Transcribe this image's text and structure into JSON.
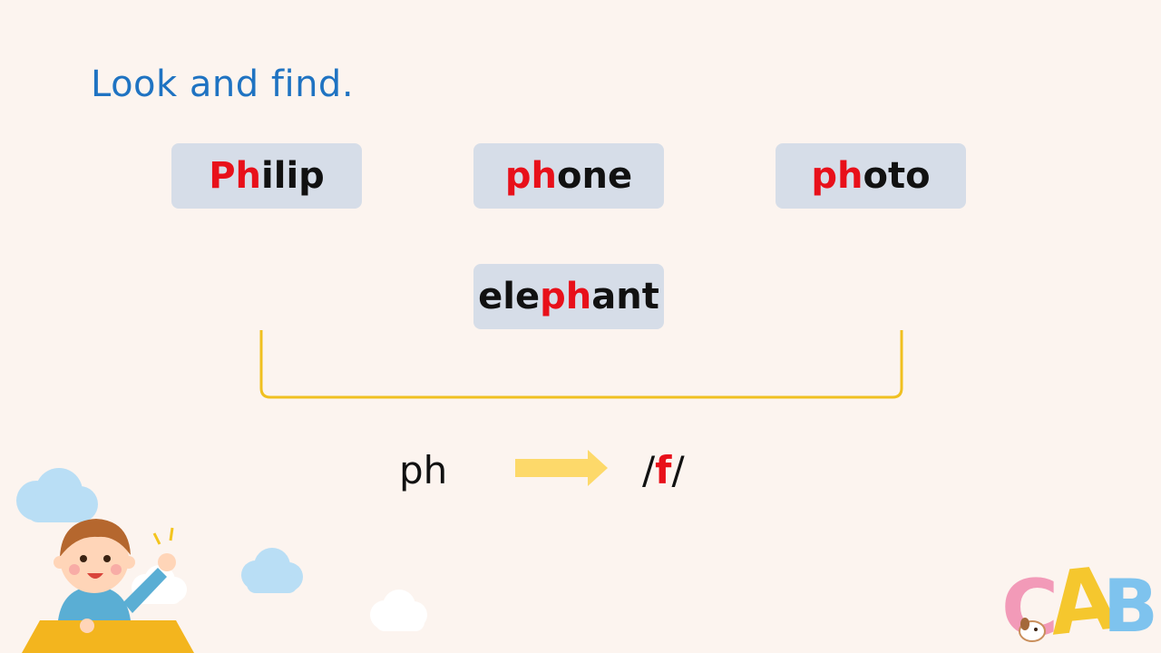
{
  "title": "Look and find.",
  "words": [
    {
      "highlight": "Ph",
      "prefix": "",
      "suffix": "ilip"
    },
    {
      "highlight": "ph",
      "prefix": "",
      "suffix": "one"
    },
    {
      "highlight": "ph",
      "prefix": "",
      "suffix": "oto"
    },
    {
      "highlight": "ph",
      "prefix": "ele",
      "suffix": "ant"
    }
  ],
  "rule": {
    "letters": "ph",
    "ipa_open": "/",
    "ipa_sound": "f",
    "ipa_close": "/"
  },
  "decorations": {
    "logo_letters": [
      "C",
      "A",
      "B"
    ]
  },
  "colors": {
    "background": "#fcf4ef",
    "title": "#1f73c2",
    "highlight": "#e8101a",
    "card": "#d6dde8",
    "bracket": "#f0c020",
    "arrow": "#fdd96a"
  }
}
